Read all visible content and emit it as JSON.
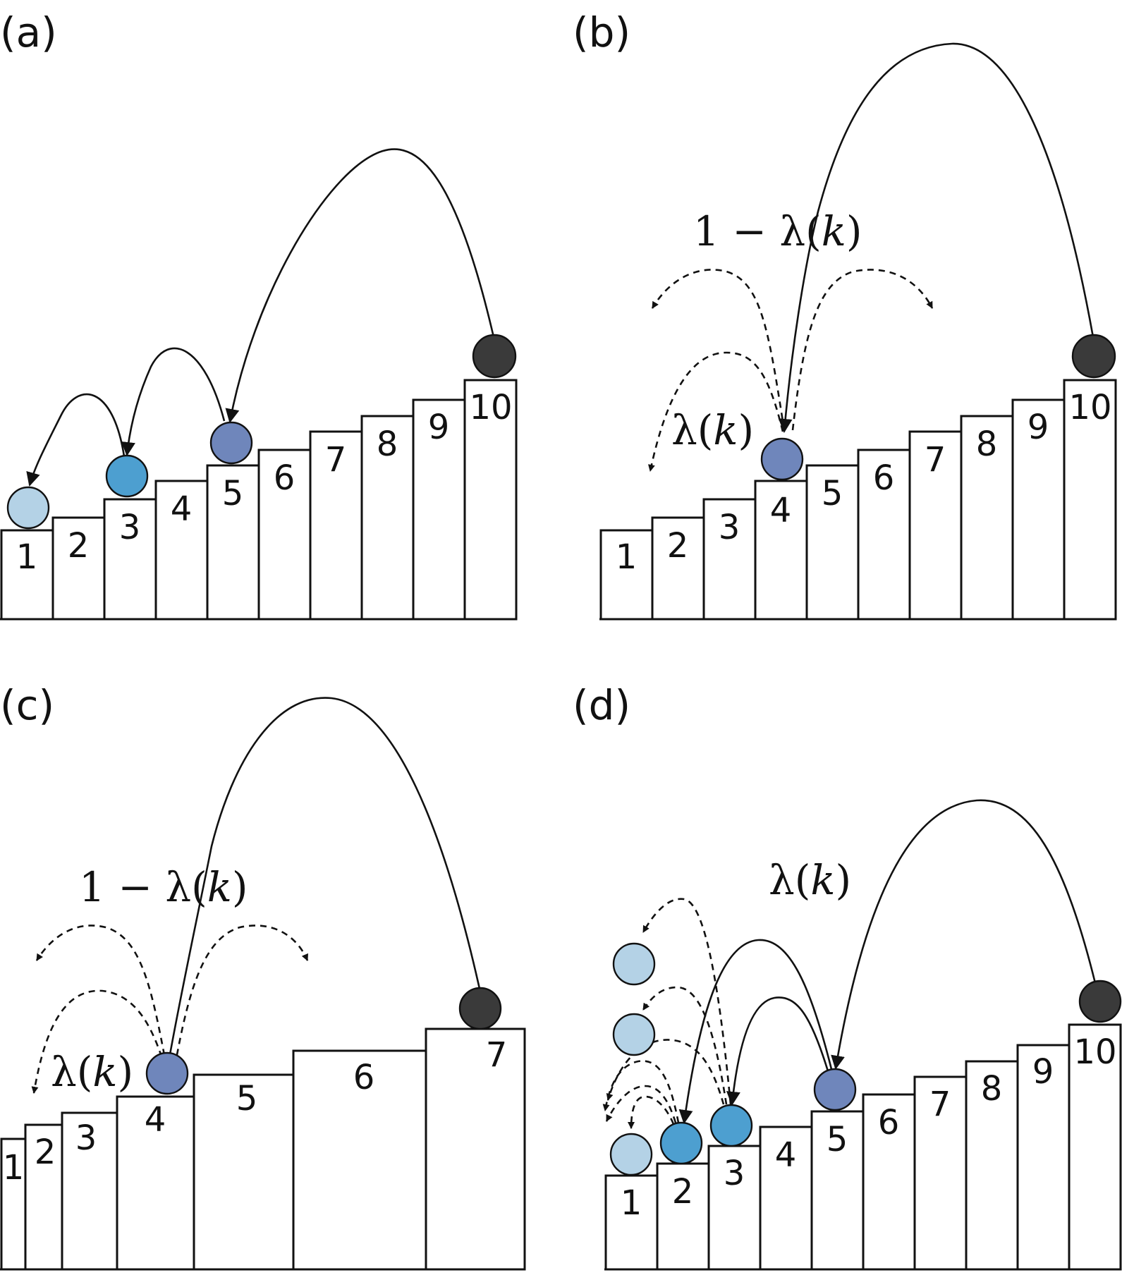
{
  "colors": {
    "light": "#b4d2e6",
    "medium": "#4d9fd0",
    "dark": "#6f86bb",
    "black": "#3a3a3a",
    "line": "#111111"
  },
  "panels": [
    {
      "label": "(a)",
      "steps": [
        "1",
        "2",
        "3",
        "4",
        "5",
        "6",
        "7",
        "8",
        "9",
        "10"
      ],
      "probs": []
    },
    {
      "label": "(b)",
      "steps": [
        "1",
        "2",
        "3",
        "4",
        "5",
        "6",
        "7",
        "8",
        "9",
        "10"
      ],
      "probs": [
        {
          "pre": "1 − λ(",
          "var": "k",
          "post": ")"
        },
        {
          "pre": "λ(",
          "var": "k",
          "post": ")"
        }
      ]
    },
    {
      "label": "(c)",
      "steps": [
        "1",
        "2",
        "3",
        "4",
        "5",
        "6",
        "7"
      ],
      "probs": [
        {
          "pre": "1 − λ(",
          "var": "k",
          "post": ")"
        },
        {
          "pre": "λ(",
          "var": "k",
          "post": ")"
        }
      ]
    },
    {
      "label": "(d)",
      "steps": [
        "1",
        "2",
        "3",
        "4",
        "5",
        "6",
        "7",
        "8",
        "9",
        "10"
      ],
      "probs": [
        {
          "pre": "λ(",
          "var": "k",
          "post": ")"
        }
      ]
    }
  ]
}
